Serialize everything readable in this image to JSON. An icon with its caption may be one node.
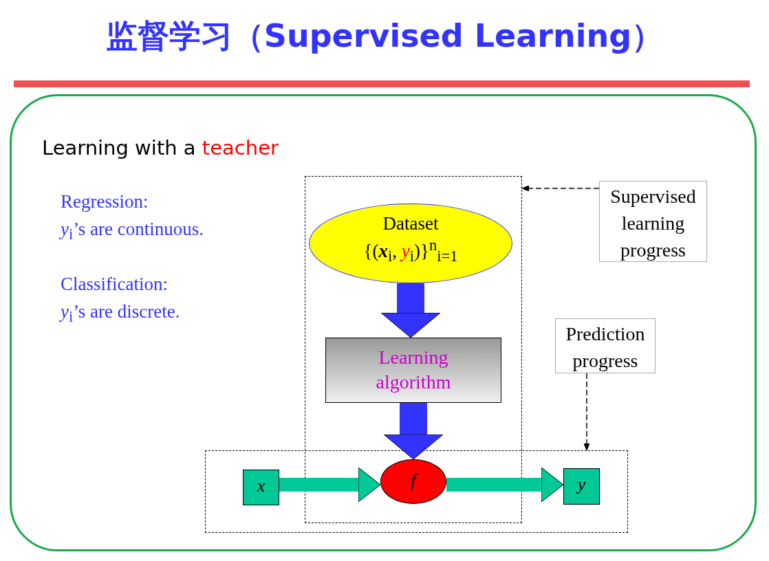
{
  "diagram": {
    "title": "监督学习（Supervised Learning）",
    "nodes": [
      {
        "text": [
          "Learning with a *teacher*"
        ]
      },
      {
        "text": [],
        "shape": "box",
        "in": 0
      },
      {
        "text": [
          "Dataset",
          "{(**x**$_{i}$, *y*$_{i}$)}$^{n}$$_{i=1}$"
        ],
        "in": 1
      },
      {
        "text": [
          "Learning algorithm"
        ],
        "in": 1
      },
      {
        "text": [
          "Supervised learning progress"
        ],
        "in": 0
      },
      {
        "text": [
          "Prediction progress"
        ],
        "in": 0
      },
      {
        "text": [],
        "shape": "box",
        "in": 0
      },
      {
        "text": [
          "*x*"
        ],
        "in": 6
      },
      {
        "text": [
          "*f*"
        ]
      },
      {
        "text": [
          "*y*"
        ],
        "in": 6
      }
    ],
    "edges": [
      {
        "from": 2,
        "to": 3,
        "arrow": "to",
        "style": "thick"
      },
      {
        "from": 3,
        "to": 8,
        "arrow": "to",
        "style": "thick"
      },
      {
        "from": 7,
        "to": 8,
        "arrow": "to",
        "color": "#00c896"
      },
      {
        "from": 8,
        "to": 9,
        "arrow": "to",
        "color": "#00c896"
      },
      {
        "from": 4,
        "to": 1,
        "arrow": "to",
        "style": "dashed",
        "color": "#000000"
      },
      {
        "from": 5,
        "to": 6,
        "arrow": "to",
        "style": "dashed",
        "color": "#000000"
      }
    ],
    "labels": [
      "Regression:",
      "*y*$_{i}$’s are continuous.",
      "Classification:",
      "*y*$_{i}$’s are discrete."
    ]
  }
}
